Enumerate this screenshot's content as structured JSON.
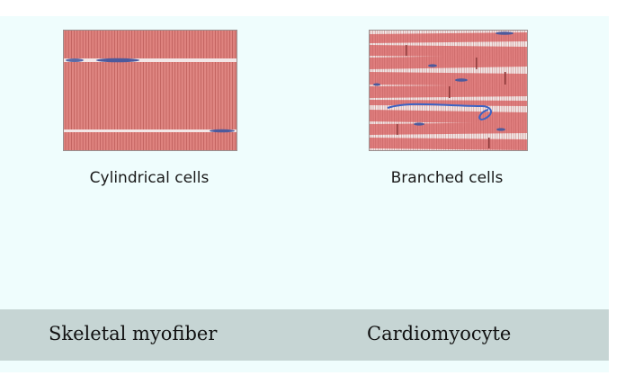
{
  "left": {
    "caption": "Cylindrical cells",
    "label": "Skeletal myofiber"
  },
  "right": {
    "caption": "Branched cells",
    "label": "Cardiomyocyte"
  },
  "colors": {
    "slide_background": "#effdfd",
    "label_bar": "#c6d5d4",
    "muscle_fiber": "#e07f7f",
    "striation": "#b95555",
    "nucleus": "#4d5a9c",
    "vessel": "#3b63c4"
  }
}
